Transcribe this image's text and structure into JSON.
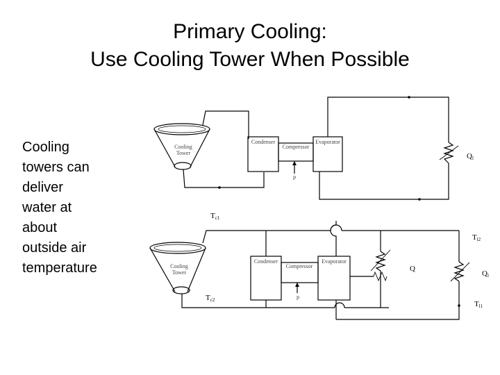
{
  "title": {
    "line1": "Primary Cooling:",
    "line2": "Use Cooling Tower When Possible"
  },
  "body": {
    "lines": [
      "Cooling",
      "towers can",
      "deliver",
      "water at",
      "about",
      "outside air",
      "temperature"
    ]
  },
  "diagram_top": {
    "tower_label_1": "Cooling",
    "tower_label_2": "Tower",
    "condenser": "Condenser",
    "compressor": "Compressor",
    "evaporator": "Evaporator",
    "pump": "P",
    "load_symbol": "Q",
    "load_sub": "l"
  },
  "diagram_bottom": {
    "tower_label_1": "Cooling",
    "tower_label_2": "Tower",
    "condenser": "Condenser",
    "compressor": "Compressor",
    "evaporator": "Evaporator",
    "pump": "P",
    "tc1": "T",
    "tc1_sub": "c1",
    "tc2": "T",
    "tc2_sub": "c2",
    "tl2": "T",
    "tl2_sub": "l2",
    "tl1": "T",
    "tl1_sub": "l1",
    "q_mid": "Q",
    "q_right": "Q",
    "q_right_sub": "l"
  }
}
